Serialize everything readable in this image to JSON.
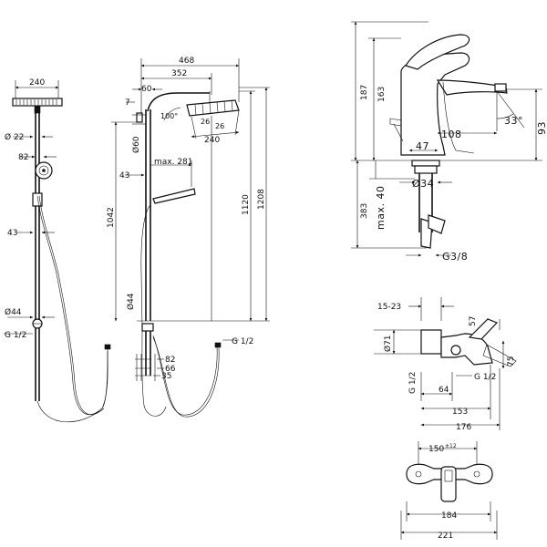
{
  "colors": {
    "line": "#111111",
    "background": "#ffffff"
  },
  "shower": {
    "head_width": "240",
    "pipe_diameter": "Ø 22",
    "handshower_offset": "82",
    "wall_bracket_offset": "43",
    "outlet_diameter": "Ø44",
    "connection": "G 1/2",
    "overall_width": "468",
    "arm_length": "352",
    "arm_offset_60": "60",
    "arm_offset_7": "7",
    "head_angle": "100°",
    "head_26_left": "26",
    "head_26_right": "26",
    "head_bottom_width": "240",
    "arm_diameter": "Ø60",
    "max_281": "max. 281",
    "bracket_43": "43",
    "height_1042": "1042",
    "height_1120": "1120",
    "height_1208": "1208",
    "diameter_44_vertical": "Ø44",
    "connection_right": "G 1/2",
    "bottom_82": "82",
    "bottom_66": "66",
    "bottom_35": "35"
  },
  "basin_mixer": {
    "height_187": "187",
    "height_163": "163",
    "spout_108": "108",
    "angle": "33°",
    "height_93": "93",
    "base_47": "47",
    "below_383": "383",
    "max_40": "max. 40",
    "diameter_34": "Ø34",
    "thread": "G3/8"
  },
  "wall_mixer": {
    "range_top": "15-23",
    "diameter_71": "Ø71",
    "dim_57": "57",
    "dim_75": "75",
    "connection_left": "G 1/2",
    "connection_right": "G 1/2",
    "dim_64": "64",
    "dim_153": "153",
    "dim_176": "176"
  },
  "wall_mixer_front": {
    "spacing_150": "150",
    "tolerance": "±12",
    "dim_184": "184",
    "dim_221": "221"
  }
}
